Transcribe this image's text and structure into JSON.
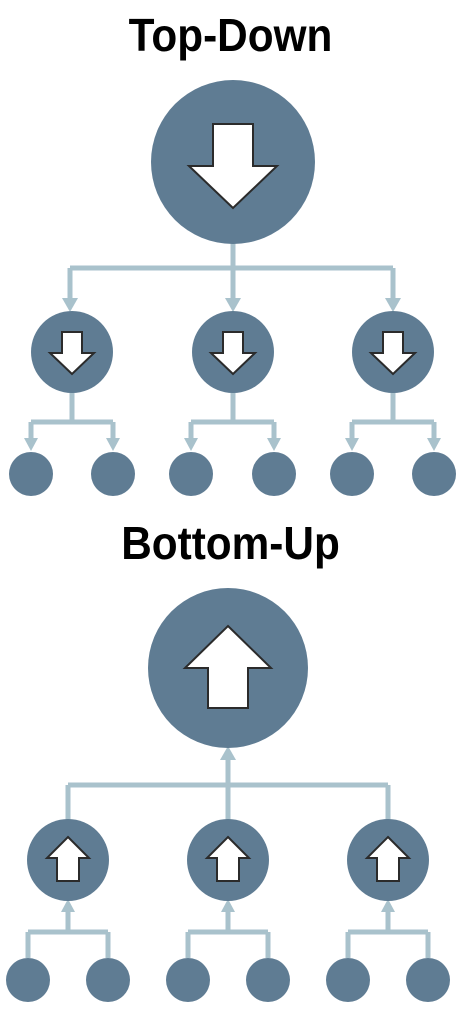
{
  "sections": {
    "top_down": {
      "title": "Top-Down",
      "direction": "down"
    },
    "bottom_up": {
      "title": "Bottom-Up",
      "direction": "up"
    }
  },
  "colors": {
    "node": "#5f7c93",
    "connector": "#a9c2cc",
    "arrow_fill": "#ffffff",
    "arrow_stroke": "#2b2b2b",
    "title": "#000000"
  },
  "icons": {
    "down_arrow": "arrow-down-icon",
    "up_arrow": "arrow-up-icon"
  }
}
